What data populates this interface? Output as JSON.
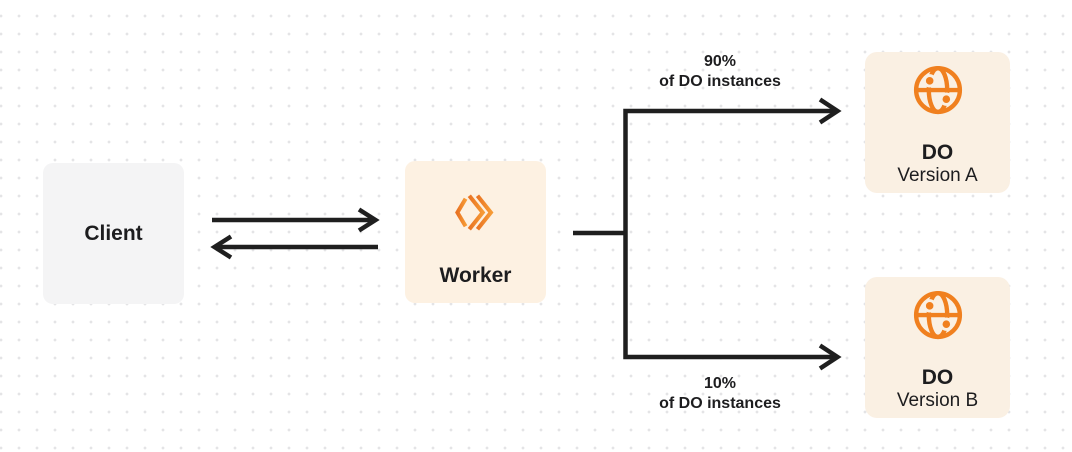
{
  "nodes": {
    "client": {
      "label": "Client"
    },
    "worker": {
      "label": "Worker",
      "icon": "workers-chevrons-icon"
    },
    "do_version_a": {
      "title": "DO",
      "subtitle": "Version A",
      "icon": "globe-icon"
    },
    "do_version_b": {
      "title": "DO",
      "subtitle": "Version B",
      "icon": "globe-icon"
    }
  },
  "edges": {
    "client_worker": {
      "type": "bidirectional-arrows"
    },
    "route_a": {
      "line1": "90%",
      "line2": "of DO instances"
    },
    "route_b": {
      "line1": "10%",
      "line2": "of DO instances"
    }
  },
  "colors": {
    "accent_orange": "#F0801F",
    "worker_gradient_start": "#E97424",
    "worker_gradient_end": "#F69A35",
    "client_box_bg": "#F4F4F5",
    "worker_box_bg": "#FDF1E2",
    "do_box_bg": "#FAF0E3",
    "connector": "#1F1F1F",
    "text_dark": "#1D1D1F",
    "dot_grid": "#E4E4E6"
  }
}
